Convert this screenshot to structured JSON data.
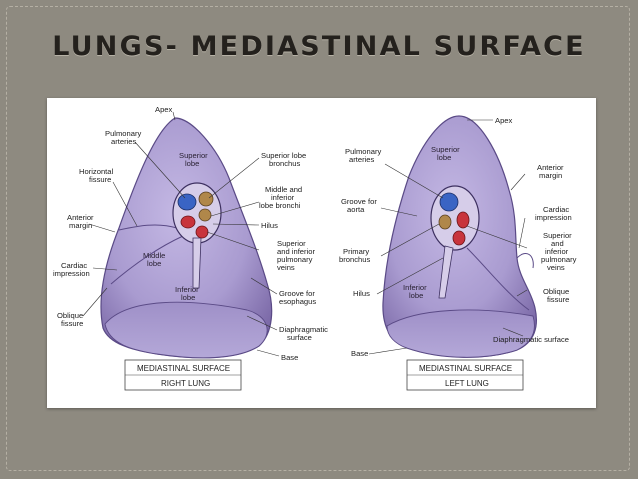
{
  "slide": {
    "title": "LUNGS- MEDIASTINAL SURFACE"
  },
  "right_lung": {
    "labels": {
      "apex": "Apex",
      "pulmonary_arteries": [
        "Pulmonary",
        "arteries"
      ],
      "horizontal_fissure": [
        "Horizontal",
        "fissure"
      ],
      "anterior_margin": [
        "Anterior",
        "margin"
      ],
      "cardiac_impression": [
        "Cardiac",
        "impression"
      ],
      "oblique_fissure": [
        "Oblique",
        "fissure"
      ],
      "superior_lobe": [
        "Superior",
        "lobe"
      ],
      "middle_lobe": [
        "Middle",
        "lobe"
      ],
      "inferior_lobe": [
        "Inferior",
        "lobe"
      ],
      "superior_lobe_bronchus": [
        "Superior lobe",
        "bronchus"
      ],
      "middle_inferior_bronchi": [
        "Middle and",
        "inferior",
        "lobe bronchi"
      ],
      "hilus": "Hilus",
      "pulmonary_veins": [
        "Superior",
        "and inferior",
        "pulmonary",
        "veins"
      ],
      "groove_esophagus": [
        "Groove for",
        "esophagus"
      ],
      "diaphragmatic_surface": [
        "Diaphragmatic",
        "surface"
      ],
      "base": "Base"
    },
    "caption": {
      "line1": "MEDIASTINAL SURFACE",
      "line2": "RIGHT LUNG"
    }
  },
  "left_lung": {
    "labels": {
      "apex": "Apex",
      "pulmonary_arteries": [
        "Pulmonary",
        "arteries"
      ],
      "superior_lobe": [
        "Superior",
        "lobe"
      ],
      "groove_aorta": [
        "Groove for",
        "aorta"
      ],
      "primary_bronchus": [
        "Primary",
        "bronchus"
      ],
      "hilus": "Hilus",
      "inferior_lobe": [
        "Inferior",
        "lobe"
      ],
      "base": "Base",
      "anterior_margin": [
        "Anterior",
        "margin"
      ],
      "cardiac_impression": [
        "Cardiac",
        "impression"
      ],
      "pulmonary_veins": [
        "Superior",
        "and",
        "inferior",
        "pulmonary",
        "veins"
      ],
      "oblique_fissure": [
        "Oblique",
        "fissure"
      ],
      "diaphragmatic_surface": "Diaphragmatic surface"
    },
    "caption": {
      "line1": "MEDIASTINAL SURFACE",
      "line2": "LEFT LUNG"
    }
  },
  "colors": {
    "background": "#8e8a80",
    "title": "#24211d",
    "lung_fill": "#a99bd0",
    "lung_shade": "#7c6aa8",
    "artery": "#3a64c4",
    "vein": "#c8343c",
    "bronchus": "#b0874a",
    "leader": "#333333"
  }
}
